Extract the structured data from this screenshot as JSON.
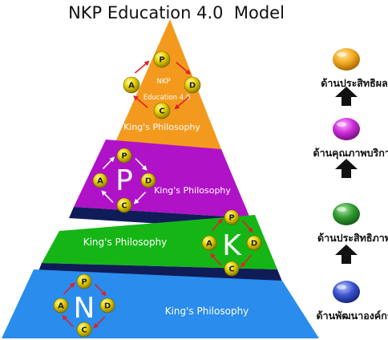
{
  "title": "NKP Education 4.0  Model",
  "layers": [
    {
      "key": "top",
      "color": "#f39a1e",
      "center_lines": [
        "NKP",
        "Education  4.0"
      ],
      "philosophy": "King's Philosophy",
      "ring": [
        "P",
        "D",
        "C",
        "A"
      ]
    },
    {
      "key": "p",
      "color": "#b012c8",
      "big_letter": "P",
      "philosophy": "King's Philosophy",
      "ring": [
        "P",
        "D",
        "C",
        "A"
      ]
    },
    {
      "key": "k",
      "color": "#16b516",
      "big_letter": "K",
      "philosophy": "King's Philosophy",
      "ring": [
        "P",
        "D",
        "C",
        "A"
      ]
    },
    {
      "key": "n",
      "color": "#2a8cec",
      "big_letter": "N",
      "philosophy": "King's Philosophy",
      "ring": [
        "P",
        "D",
        "C",
        "A"
      ]
    }
  ],
  "side": [
    {
      "label": "ด้านประสิทธิผล",
      "color": "#f0a91e"
    },
    {
      "label": "ด้านคุณภาพบริการ",
      "color": "#cc2ad8"
    },
    {
      "label": "ด้านประสิทธิภาพ",
      "color": "#2f9a2f"
    },
    {
      "label": "ด้านพัฒนาองค์กร",
      "color": "#3a52cc"
    }
  ]
}
